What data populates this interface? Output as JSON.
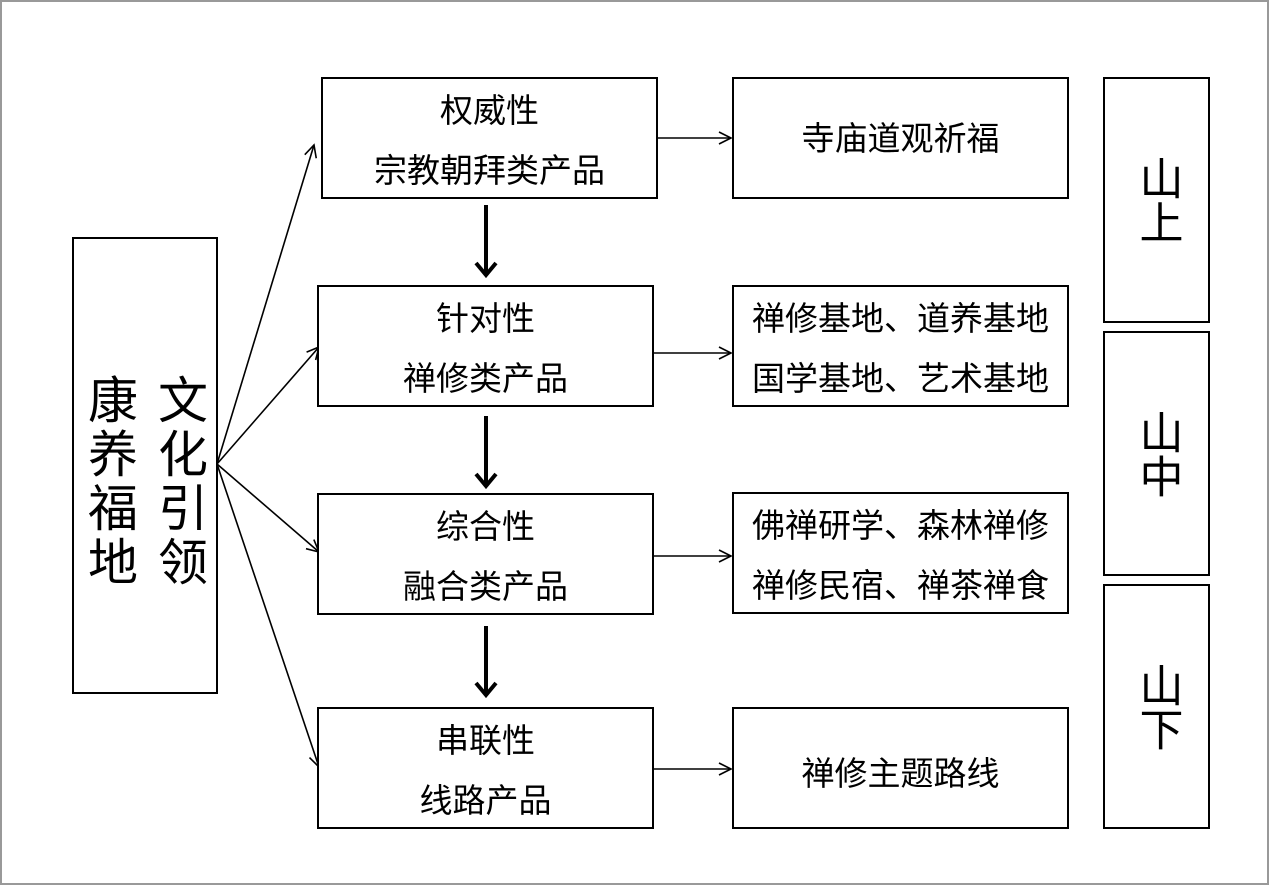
{
  "root": {
    "col1": "文化引领",
    "col2": "康养福地"
  },
  "products": [
    {
      "type": "权威性",
      "name": "宗教朝拜类产品"
    },
    {
      "type": "针对性",
      "name": "禅修类产品"
    },
    {
      "type": "综合性",
      "name": "融合类产品"
    },
    {
      "type": "串联性",
      "name": "线路产品"
    }
  ],
  "details": [
    {
      "lines": [
        "寺庙道观祈福"
      ]
    },
    {
      "lines": [
        "禅修基地、道养基地",
        "国学基地、艺术基地"
      ]
    },
    {
      "lines": [
        "佛禅研学、森林禅修",
        "禅修民宿、禅茶禅食"
      ]
    },
    {
      "lines": [
        "禅修主题路线"
      ]
    }
  ],
  "zones": [
    "山上",
    "山中",
    "山下"
  ]
}
